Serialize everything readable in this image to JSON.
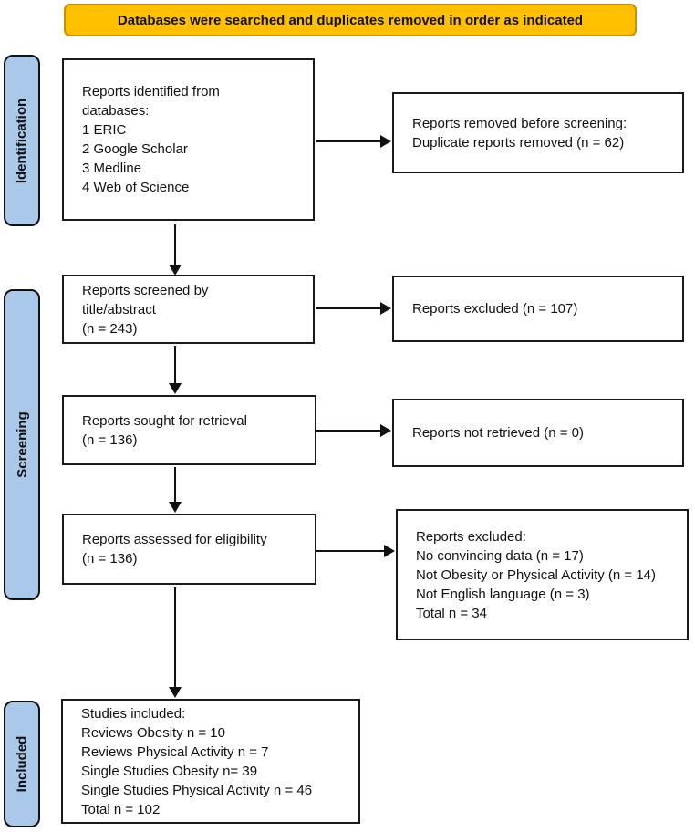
{
  "banner": {
    "label": "Databases were searched and duplicates removed in order as indicated",
    "bg_color": "#FFC000",
    "border_color": "#C98F00"
  },
  "stages": [
    {
      "label": "Identification"
    },
    {
      "label": "Screening"
    },
    {
      "label": "Included"
    }
  ],
  "stage_bg_color": "#A9C8EA",
  "boxes": {
    "identified": {
      "lines": [
        "Reports identified from",
        "databases:",
        "1 ERIC",
        "2 Google Scholar",
        "3 Medline",
        "4 Web of Science"
      ]
    },
    "removed_before_screening": {
      "lines": [
        "Reports removed before screening:",
        "Duplicate reports removed (n = 62)"
      ]
    },
    "screened": {
      "lines": [
        "Reports screened by",
        "title/abstract",
        "(n = 243)"
      ]
    },
    "excluded_screening": {
      "lines": [
        "Reports excluded (n = 107)"
      ]
    },
    "sought": {
      "lines": [
        "Reports sought for retrieval",
        "(n = 136)"
      ]
    },
    "not_retrieved": {
      "lines": [
        "Reports not retrieved (n = 0)"
      ]
    },
    "assessed": {
      "lines": [
        "Reports assessed for eligibility",
        "(n = 136)"
      ]
    },
    "excluded_eligibility": {
      "lines": [
        "Reports excluded:",
        "No convincing data (n = 17)",
        "Not Obesity or Physical Activity (n = 14)",
        "Not English language (n = 3)",
        "Total n = 34"
      ]
    },
    "included_studies": {
      "lines": [
        "Studies included:",
        "Reviews Obesity n = 10",
        "Reviews Physical Activity n = 7",
        "Single Studies Obesity n= 39",
        "Single Studies Physical Activity n = 46",
        "Total n = 102"
      ]
    }
  }
}
